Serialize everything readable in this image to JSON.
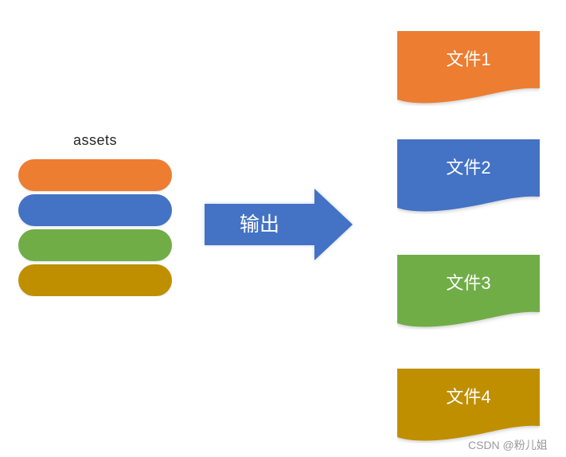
{
  "stack": {
    "title": "assets",
    "items": [
      {
        "name": "asset-pill-orange",
        "color": "#ED7D31"
      },
      {
        "name": "asset-pill-blue",
        "color": "#4472C4"
      },
      {
        "name": "asset-pill-green",
        "color": "#70AD47"
      },
      {
        "name": "asset-pill-gold",
        "color": "#BF8F00"
      }
    ]
  },
  "arrow": {
    "label": "输出",
    "color": "#4472C4",
    "label_color": "#FFFFFF"
  },
  "outputs": [
    {
      "label": "文件1",
      "color": "#ED7D31"
    },
    {
      "label": "文件2",
      "color": "#4472C4"
    },
    {
      "label": "文件3",
      "color": "#70AD47"
    },
    {
      "label": "文件4",
      "color": "#BF8F00"
    }
  ],
  "watermark": {
    "text": "CSDN @粉儿姐",
    "color": "#9A9A9A"
  }
}
